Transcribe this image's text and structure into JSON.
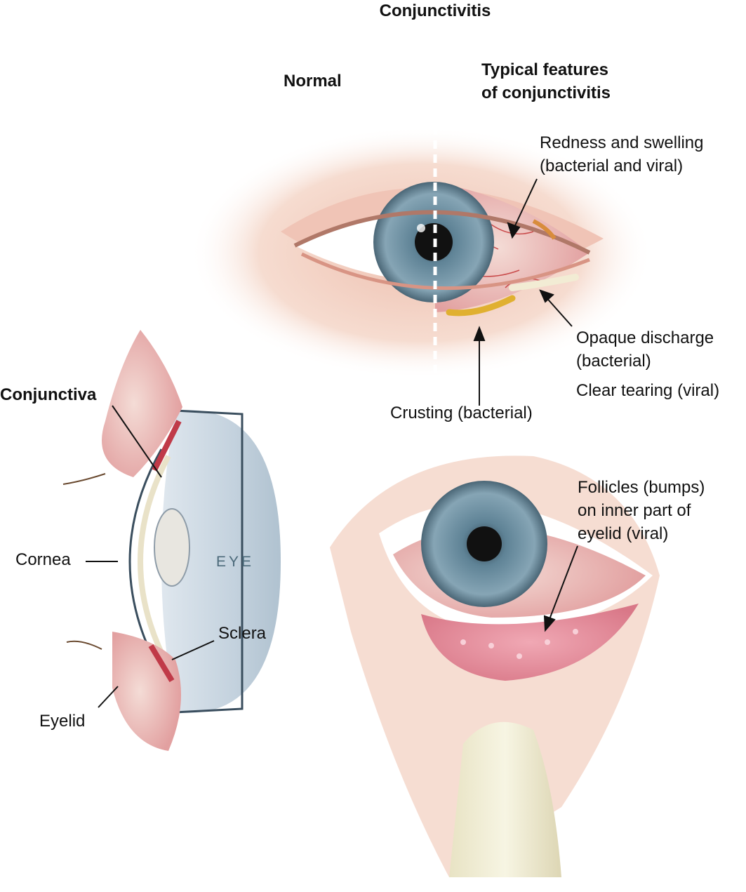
{
  "title": "Conjunctivitis",
  "headers": {
    "normal": "Normal",
    "typical_line1": "Typical features",
    "typical_line2": "of conjunctivitis"
  },
  "labels": {
    "redness_line1": "Redness and swelling",
    "redness_line2": "(bacterial and viral)",
    "opaque_line1": "Opaque discharge",
    "opaque_line2": "(bacterial)",
    "clear": "Clear tearing (viral)",
    "crusting": "Crusting (bacterial)",
    "follicles_line1": "Follicles (bumps)",
    "follicles_line2": "on inner part of",
    "follicles_line3": "eyelid (viral)",
    "conjunctiva": "Conjunctiva",
    "cornea": "Cornea",
    "eye": "EYE",
    "sclera": "Sclera",
    "eyelid": "Eyelid"
  },
  "colors": {
    "skin": "#f3d6c8",
    "iris": "#6e8fa2",
    "redness": "#c94a4a",
    "discharge": "#e0b030",
    "tissue": "#e8a4a8"
  }
}
